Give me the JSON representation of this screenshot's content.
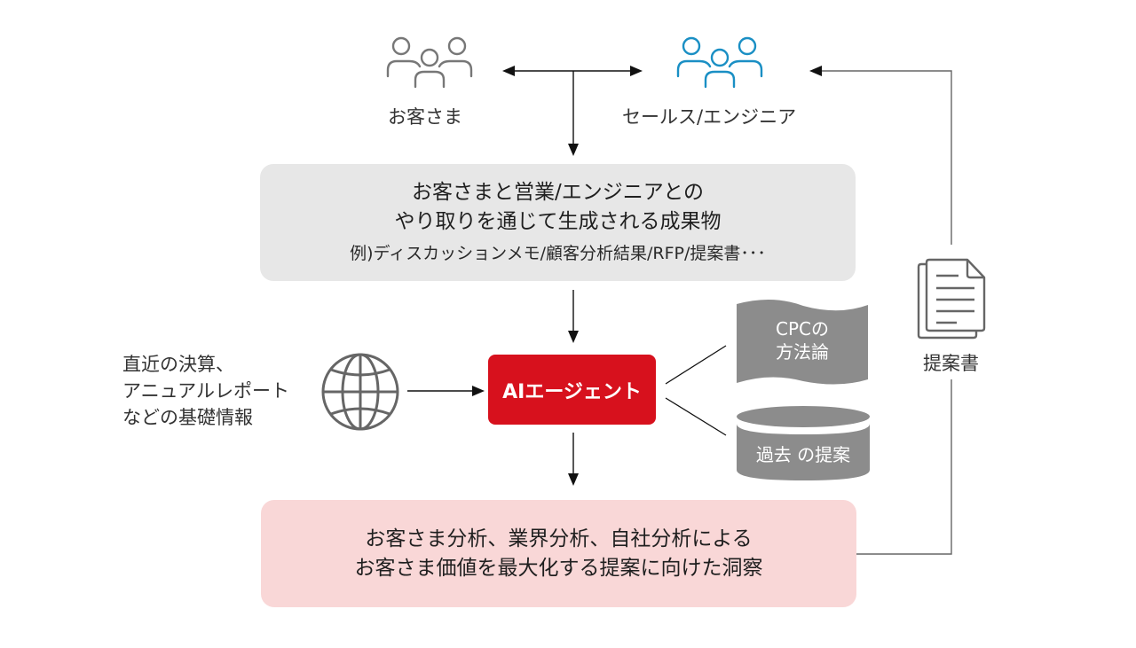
{
  "actors": {
    "customer": {
      "label": "お客さま",
      "icon": "people-group-icon",
      "color": "#777777"
    },
    "sales_engineer": {
      "label": "セールス/エンジニア",
      "icon": "people-group-icon",
      "color": "#1a8fc4"
    }
  },
  "artifacts_box": {
    "line1": "お客さまと営業/エンジニアとの",
    "line2": "やり取りを通じて生成される成果物",
    "line3": "例)ディスカッションメモ/顧客分析結果/RFP/提案書･･･",
    "color": "#e7e7e7"
  },
  "basic_info": {
    "lines": [
      "直近の決算、",
      "アニュアルレポート",
      "などの基礎情報"
    ],
    "icon": "globe-icon"
  },
  "agent": {
    "label": "AIエージェント",
    "color": "#d7111d"
  },
  "knowledge": {
    "methodology": {
      "line1": "CPCの",
      "line2": "方法論",
      "shape": "document-shape"
    },
    "past_proposals": {
      "label": "過去 の提案",
      "shape": "database-cylinder"
    },
    "color": "#8c8c8c"
  },
  "insight_box": {
    "line1": "お客さま分析、業界分析、自社分析による",
    "line2": "お客さま価値を最大化する提案に向けた洞察",
    "color": "#f9d7d7"
  },
  "proposal_doc": {
    "label": "提案書",
    "icon": "document-icon"
  }
}
